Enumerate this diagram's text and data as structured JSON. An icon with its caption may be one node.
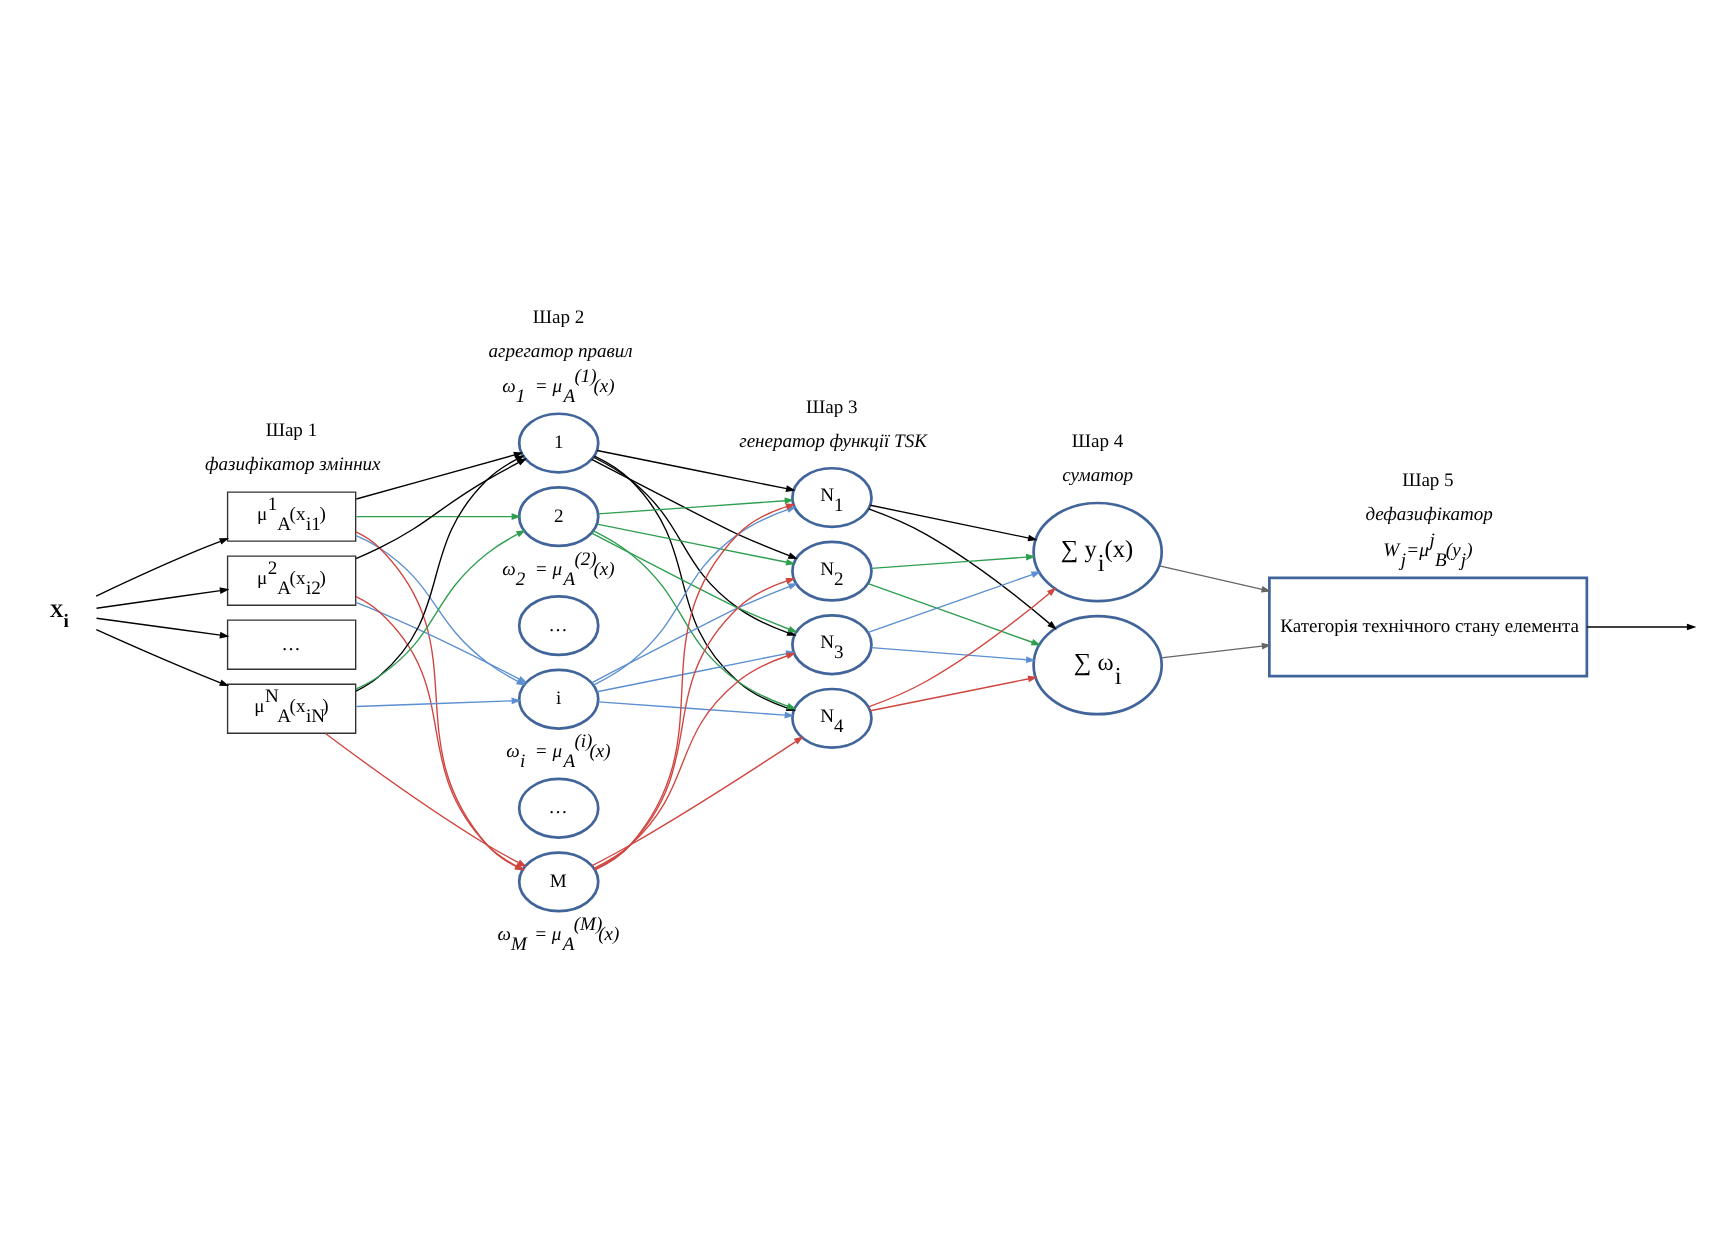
{
  "diagram": {
    "nodes": [
      {
        "text": [
          "X$_{i}$"
        ]
      },
      {
        "text": [
          "μ$^{1}$$_{A}$(x$_{i1}$)"
        ]
      },
      {
        "text": [
          "μ$^{2}$$_{A}$(x$_{i2}$)"
        ]
      },
      {
        "text": [
          "…"
        ]
      },
      {
        "text": [
          "μ$^{N}$$_{A}$(x$_{iN}$)"
        ]
      },
      {
        "text": [
          "1"
        ],
        "beside": [
          "ω$_{1}$ = μ$_{A}$$^{(1)}$(x)"
        ]
      },
      {
        "text": [
          "2"
        ],
        "beside": [
          "ω$_{2}$ = μ$_{A}$$^{(2)}$(x)"
        ]
      },
      {
        "text": [
          "…"
        ]
      },
      {
        "text": [
          "i"
        ],
        "beside": [
          "ω$_{i}$ = μ$_{A}$$^{(i)}$(x)"
        ]
      },
      {
        "text": [
          "…"
        ]
      },
      {
        "text": [
          "M"
        ],
        "beside": [
          "ω$_{M}$ = μ$_{A}$$^{(M)}$(x)"
        ]
      },
      {
        "text": [
          "N$_{1}$"
        ]
      },
      {
        "text": [
          "N$_{2}$"
        ]
      },
      {
        "text": [
          "N$_{3}$"
        ]
      },
      {
        "text": [
          "N$_{4}$"
        ]
      },
      {
        "text": [
          "∑ y$_{i}$(x)"
        ]
      },
      {
        "text": [
          "∑ ω$_{i}$"
        ]
      },
      {
        "text": [
          "Категорія технічного стану елемента"
        ],
        "beside": [
          "W$_{j}$=μ$^{j}$$_{B}$(y$_{j}$)"
        ]
      }
    ],
    "edges": [
      {
        "from": 0,
        "to": 1,
        "arrow": "to"
      },
      {
        "from": 0,
        "to": 2,
        "arrow": "to"
      },
      {
        "from": 0,
        "to": 3,
        "arrow": "to"
      },
      {
        "from": 0,
        "to": 4,
        "arrow": "to"
      },
      {
        "from": 1,
        "to": 5,
        "arrow": "to"
      },
      {
        "from": 1,
        "to": 6,
        "arrow": "to",
        "color": "#2e9e4f"
      },
      {
        "from": 1,
        "to": 8,
        "arrow": "to",
        "color": "#5b8fd0"
      },
      {
        "from": 1,
        "to": 10,
        "arrow": "to",
        "color": "#d0453f"
      },
      {
        "from": 2,
        "to": 5,
        "arrow": "to"
      },
      {
        "from": 2,
        "to": 8,
        "arrow": "to",
        "color": "#5b8fd0"
      },
      {
        "from": 2,
        "to": 10,
        "arrow": "to",
        "color": "#d0453f"
      },
      {
        "from": 4,
        "to": 5,
        "arrow": "to"
      },
      {
        "from": 4,
        "to": 6,
        "arrow": "to",
        "color": "#2e9e4f"
      },
      {
        "from": 4,
        "to": 8,
        "arrow": "to",
        "color": "#5b8fd0"
      },
      {
        "from": 4,
        "to": 10,
        "arrow": "to",
        "color": "#d0453f"
      },
      {
        "from": 5,
        "to": 11,
        "arrow": "to"
      },
      {
        "from": 5,
        "to": 12,
        "arrow": "to"
      },
      {
        "from": 5,
        "to": 13,
        "arrow": "to"
      },
      {
        "from": 5,
        "to": 14,
        "arrow": "to"
      },
      {
        "from": 6,
        "to": 11,
        "arrow": "to",
        "color": "#2e9e4f"
      },
      {
        "from": 6,
        "to": 12,
        "arrow": "to",
        "color": "#2e9e4f"
      },
      {
        "from": 6,
        "to": 13,
        "arrow": "to",
        "color": "#2e9e4f"
      },
      {
        "from": 6,
        "to": 14,
        "arrow": "to",
        "color": "#2e9e4f"
      },
      {
        "from": 8,
        "to": 11,
        "arrow": "to",
        "color": "#5b8fd0"
      },
      {
        "from": 8,
        "to": 12,
        "arrow": "to",
        "color": "#5b8fd0"
      },
      {
        "from": 8,
        "to": 13,
        "arrow": "to",
        "color": "#5b8fd0"
      },
      {
        "from": 8,
        "to": 14,
        "arrow": "to",
        "color": "#5b8fd0"
      },
      {
        "from": 10,
        "to": 11,
        "arrow": "to",
        "color": "#d0453f"
      },
      {
        "from": 10,
        "to": 12,
        "arrow": "to",
        "color": "#d0453f"
      },
      {
        "from": 10,
        "to": 13,
        "arrow": "to",
        "color": "#d0453f"
      },
      {
        "from": 10,
        "to": 14,
        "arrow": "to",
        "color": "#d0453f"
      },
      {
        "from": 11,
        "to": 15,
        "arrow": "to"
      },
      {
        "from": 11,
        "to": 16,
        "arrow": "to"
      },
      {
        "from": 12,
        "to": 15,
        "arrow": "to",
        "color": "#2e9e4f"
      },
      {
        "from": 12,
        "to": 16,
        "arrow": "to",
        "color": "#2e9e4f"
      },
      {
        "from": 13,
        "to": 15,
        "arrow": "to",
        "color": "#5b8fd0"
      },
      {
        "from": 13,
        "to": 16,
        "arrow": "to",
        "color": "#5b8fd0"
      },
      {
        "from": 14,
        "to": 15,
        "arrow": "to",
        "color": "#d0453f"
      },
      {
        "from": 14,
        "to": 16,
        "arrow": "to",
        "color": "#d0453f"
      },
      {
        "from": 15,
        "to": 17,
        "arrow": "to",
        "color": "#666666"
      },
      {
        "from": 16,
        "to": 17,
        "arrow": "to",
        "color": "#666666"
      },
      {
        "from": 17,
        "to": null,
        "arrow": "to"
      }
    ],
    "labels": [
      "Шар 1",
      "фазифікатор змінних",
      "Шар 2",
      "агрегатор правил",
      "Шар 3",
      "генератор функції TSK",
      "Шар 4",
      "суматор",
      "Шар 5",
      "дефазифікатор"
    ]
  }
}
